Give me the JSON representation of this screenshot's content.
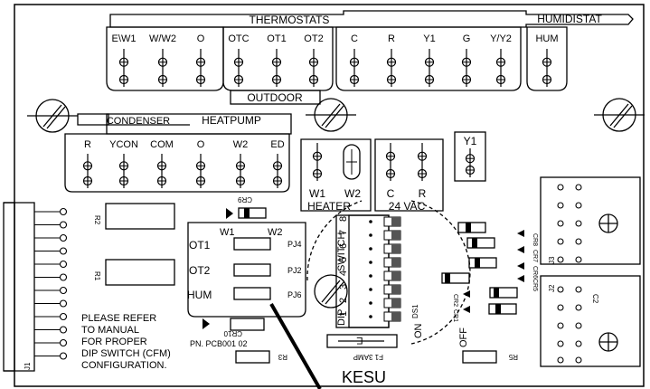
{
  "thermostats": {
    "header": "THERMOSTATS",
    "terminals": [
      "E\\W1",
      "W/W2",
      "O",
      "OTC",
      "OT1",
      "OT2",
      "C",
      "R",
      "Y1",
      "G",
      "Y/Y2"
    ],
    "outdoor_label": "OUTDOOR"
  },
  "humidistat": {
    "header": "HUMIDISTAT",
    "terminal": "HUM"
  },
  "heatpump_block": {
    "condenser_label": "CONDENSER",
    "heatpump_label": "HEATPUMP",
    "terminals": [
      "R",
      "YCON",
      "COM",
      "O",
      "W2",
      "ED"
    ]
  },
  "heater_block": {
    "label": "HEATER",
    "terminals": [
      "W1",
      "W2"
    ]
  },
  "vac_block": {
    "label": "24 VAC",
    "terminals": [
      "C",
      "R"
    ]
  },
  "y1_terminal": "Y1",
  "jumpers": {
    "ot1": {
      "label": "OT1",
      "pj": "PJ4",
      "wire_left": "W1",
      "wire_right": "W2"
    },
    "ot2": {
      "label": "OT2",
      "pj": "PJ2"
    },
    "hum": {
      "label": "HUM",
      "pj": "PJ6"
    }
  },
  "dip": {
    "switch_label": "SWITCH",
    "dip_label": "DIP",
    "numbers": [
      "1",
      "2",
      "3",
      "4",
      "5",
      "6",
      "7",
      "8"
    ],
    "on_label": "ON",
    "off_label": "OFF",
    "ds_label": "DS1"
  },
  "components": {
    "cr9": "CR9",
    "cr10": "CR10",
    "r2": "R2",
    "r1": "R1",
    "r3": "R3",
    "r5": "R5",
    "j1": "J1",
    "j2": "J2",
    "j3": "J3",
    "c2": "C2",
    "cr_list": [
      "CR8",
      "CR7",
      "CR6",
      "CR5",
      "CR2",
      "CR1"
    ],
    "fuse": "F1 3AMP",
    "fuse_symbol": "E"
  },
  "part_number": "PN. PCB001 02",
  "note_lines": [
    "PLEASE REFER",
    "TO MANUAL",
    "FOR PROPER",
    "DIP SWITCH   (CFM)",
    "CONFIGURATION."
  ],
  "annotation": "KESU"
}
